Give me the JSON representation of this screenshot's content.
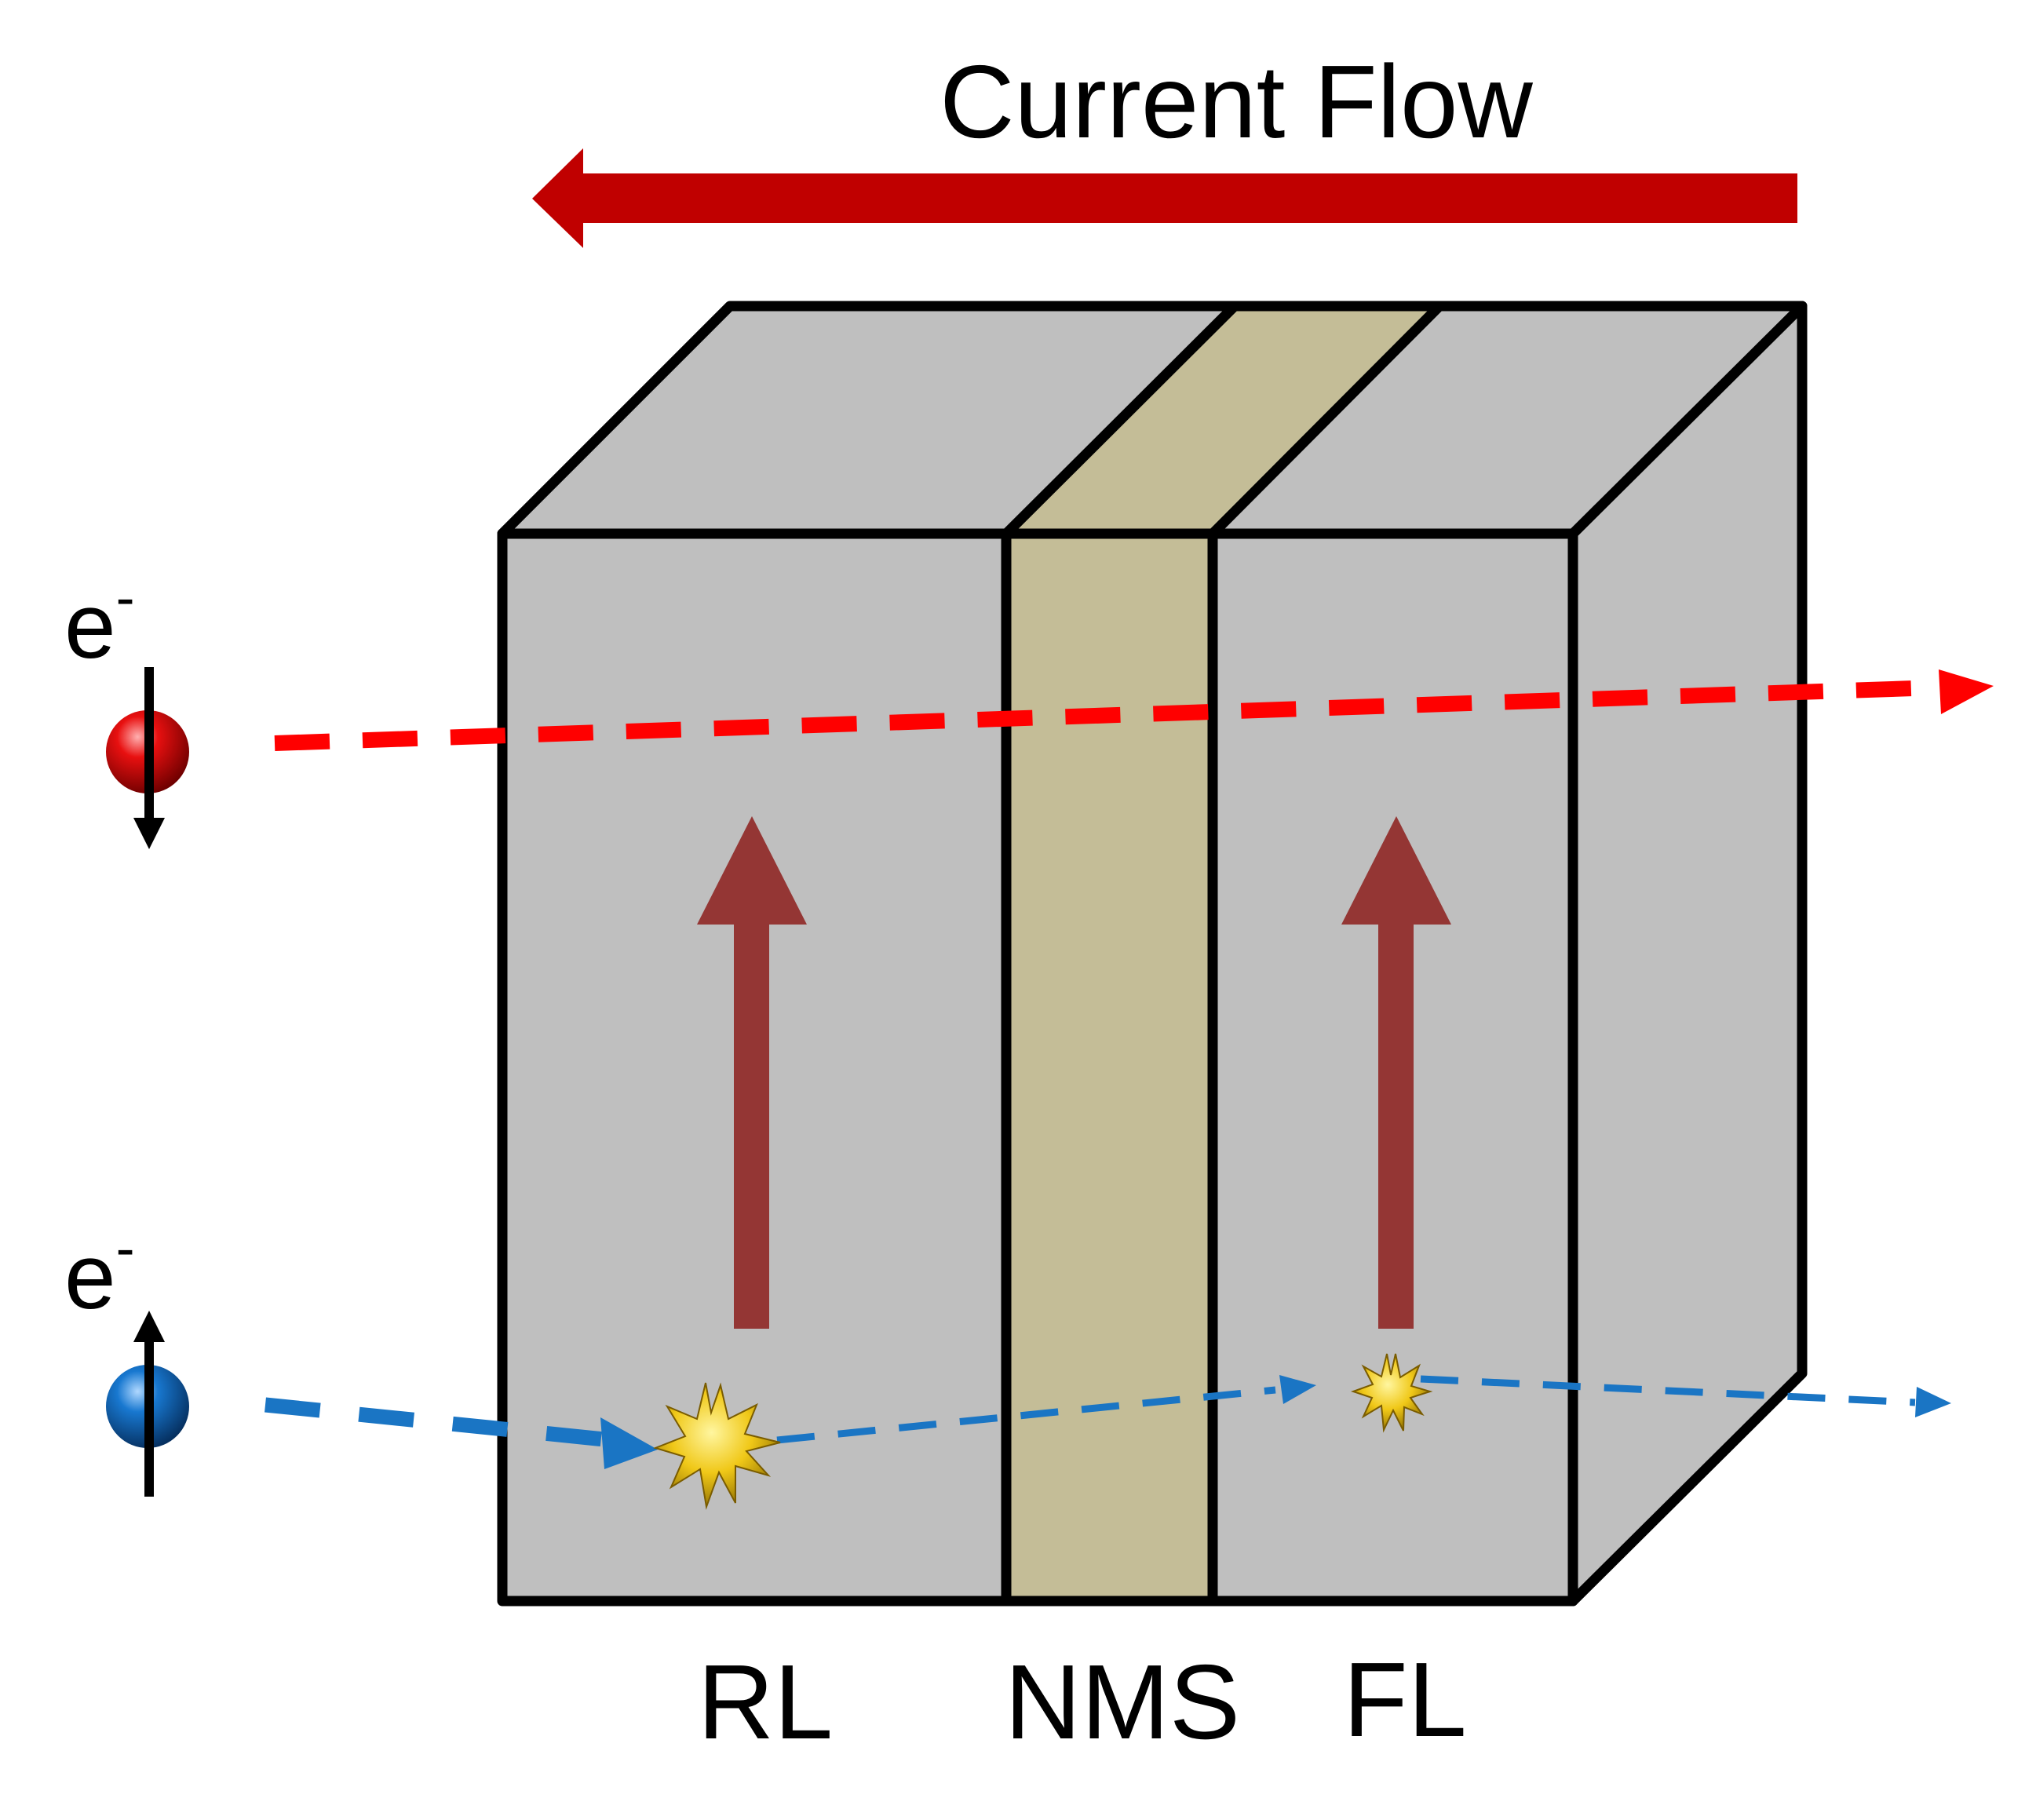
{
  "title": "Current Flow",
  "layers": {
    "left": "RL",
    "middle": "NMS",
    "right": "FL"
  },
  "electrons": {
    "top_symbol": "e",
    "top_superscript": "-",
    "bottom_symbol": "e",
    "bottom_superscript": "-"
  },
  "colors": {
    "current_arrow": "#c00000",
    "magnetization_arrow": "#943634",
    "ferromagnet_layer": "#bfbfbf",
    "spacer_layer": "#c4bd97",
    "spin_down_path": "#ff0000",
    "spin_up_path": "#1a75c4",
    "spin_down_electron": "#e00000",
    "spin_up_electron": "#1060b0",
    "scattering_star": "#e8c020"
  },
  "icons": {
    "current_direction": "arrow-left-icon",
    "magnetization": "arrow-up-icon",
    "spin_down": "spin-down-arrow-icon",
    "spin_up": "spin-up-arrow-icon",
    "scattering_event": "starburst-icon"
  }
}
